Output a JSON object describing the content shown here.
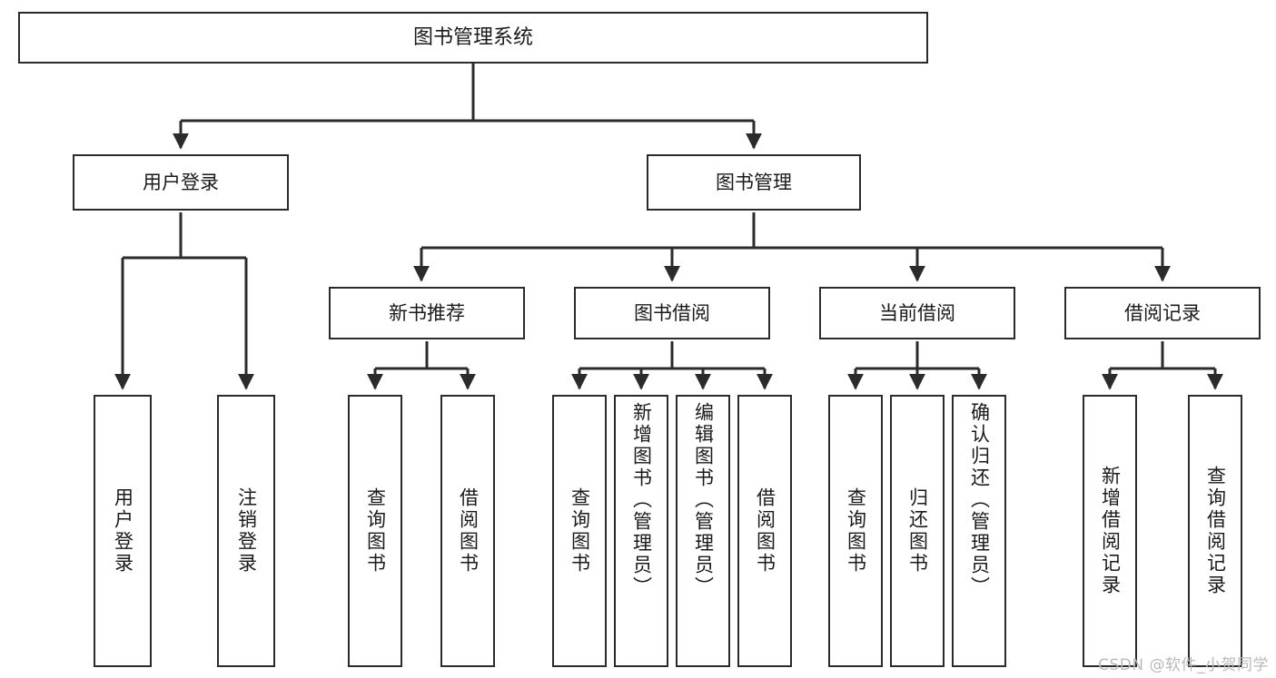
{
  "diagram": {
    "title": "图书管理系统",
    "type": "tree",
    "root": {
      "label": "图书管理系统"
    },
    "level2": [
      {
        "id": "user-login",
        "label": "用户登录"
      },
      {
        "id": "book-management",
        "label": "图书管理"
      }
    ],
    "level3": [
      {
        "id": "new-book-recommend",
        "label": "新书推荐",
        "parent": "book-management"
      },
      {
        "id": "book-borrow",
        "label": "图书借阅",
        "parent": "book-management"
      },
      {
        "id": "current-borrow",
        "label": "当前借阅",
        "parent": "book-management"
      },
      {
        "id": "borrow-record",
        "label": "借阅记录",
        "parent": "book-management"
      }
    ],
    "leaves": [
      {
        "id": "leaf-user-login",
        "label": "用户登录",
        "parent": "user-login"
      },
      {
        "id": "leaf-logout-login",
        "label": "注销登录",
        "parent": "user-login"
      },
      {
        "id": "leaf-query-book-1",
        "label": "查询图书",
        "parent": "new-book-recommend"
      },
      {
        "id": "leaf-borrow-book-1",
        "label": "借阅图书",
        "parent": "new-book-recommend"
      },
      {
        "id": "leaf-query-book-2",
        "label": "查询图书",
        "parent": "book-borrow"
      },
      {
        "id": "leaf-add-book",
        "label": "新增图书（管理员）",
        "parent": "book-borrow"
      },
      {
        "id": "leaf-edit-book",
        "label": "编辑图书（管理员）",
        "parent": "book-borrow"
      },
      {
        "id": "leaf-borrow-book-2",
        "label": "借阅图书",
        "parent": "book-borrow"
      },
      {
        "id": "leaf-query-book-3",
        "label": "查询图书",
        "parent": "current-borrow"
      },
      {
        "id": "leaf-return-book",
        "label": "归还图书",
        "parent": "current-borrow"
      },
      {
        "id": "leaf-confirm-return",
        "label": "确认归还（管理员）",
        "parent": "current-borrow"
      },
      {
        "id": "leaf-add-record",
        "label": "新增借阅记录",
        "parent": "borrow-record"
      },
      {
        "id": "leaf-query-record",
        "label": "查询借阅记录",
        "parent": "borrow-record"
      }
    ],
    "colors": {
      "stroke": "#2b2b2b",
      "fill": "#ffffff",
      "text": "#1a1a1a",
      "watermark": "#b9b9b9"
    }
  },
  "watermark": {
    "text": "CSDN @软件_小贺同学"
  }
}
